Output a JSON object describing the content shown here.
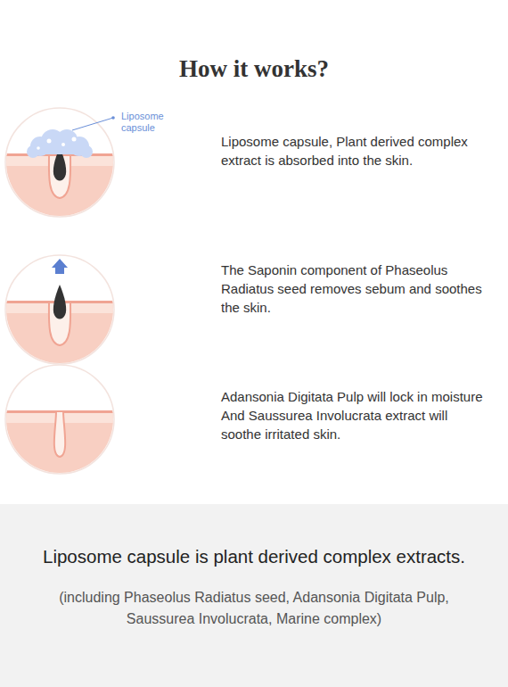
{
  "diagram": {
    "title": "How it works?",
    "nodes": [
      {
        "text": [
          "Liposome capsule is plant derived complex extracts.",
          "(including Phaseolus Radiatus seed, Adansonia Digitata Pulp, Saussurea Involucrata, Marine complex)"
        ]
      }
    ],
    "labels": [
      "Liposome capsule",
      "Liposome capsule, Plant derived complex extract is absorbed into the skin.",
      "The Saponin component of Phaseolus Radiatus seed removes sebum and soothes the skin.",
      "Adansonia Digitata Pulp will lock in moisture And Saussurea Involucrata extract will soothe irritated skin."
    ]
  }
}
